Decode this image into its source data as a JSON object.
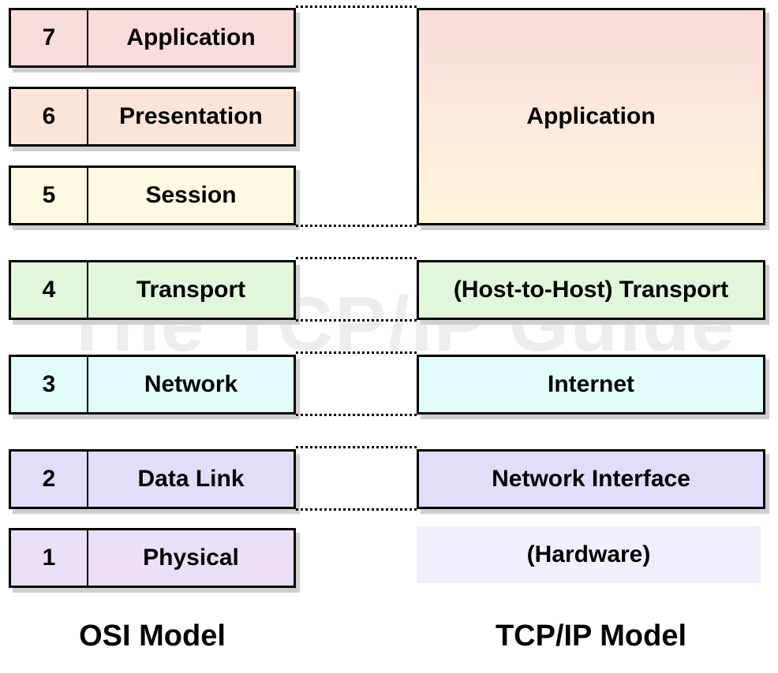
{
  "watermark": "The TCP/IP Guide",
  "osi": {
    "caption": "OSI Model",
    "layers": [
      {
        "number": "7",
        "name": "Application",
        "color": "#f9dcdc"
      },
      {
        "number": "6",
        "name": "Presentation",
        "color": "#fbe4d8"
      },
      {
        "number": "5",
        "name": "Session",
        "color": "#fffbe2"
      },
      {
        "number": "4",
        "name": "Transport",
        "color": "#e2f6dc"
      },
      {
        "number": "3",
        "name": "Network",
        "color": "#e2fbfb"
      },
      {
        "number": "2",
        "name": "Data Link",
        "color": "#e0def8"
      },
      {
        "number": "1",
        "name": "Physical",
        "color": "#ece0f8"
      }
    ]
  },
  "tcpip": {
    "caption": "TCP/IP Model",
    "layers": [
      {
        "name": "Application",
        "color_top": "#f9dcdc",
        "color_bottom": "#fff6dc"
      },
      {
        "name": "(Host-to-Host) Transport",
        "color": "#e2f6dc"
      },
      {
        "name": "Internet",
        "color": "#e2fbfb"
      },
      {
        "name": "Network Interface",
        "color": "#e0def8"
      },
      {
        "name": "(Hardware)",
        "color": "#f2eefc"
      }
    ]
  }
}
